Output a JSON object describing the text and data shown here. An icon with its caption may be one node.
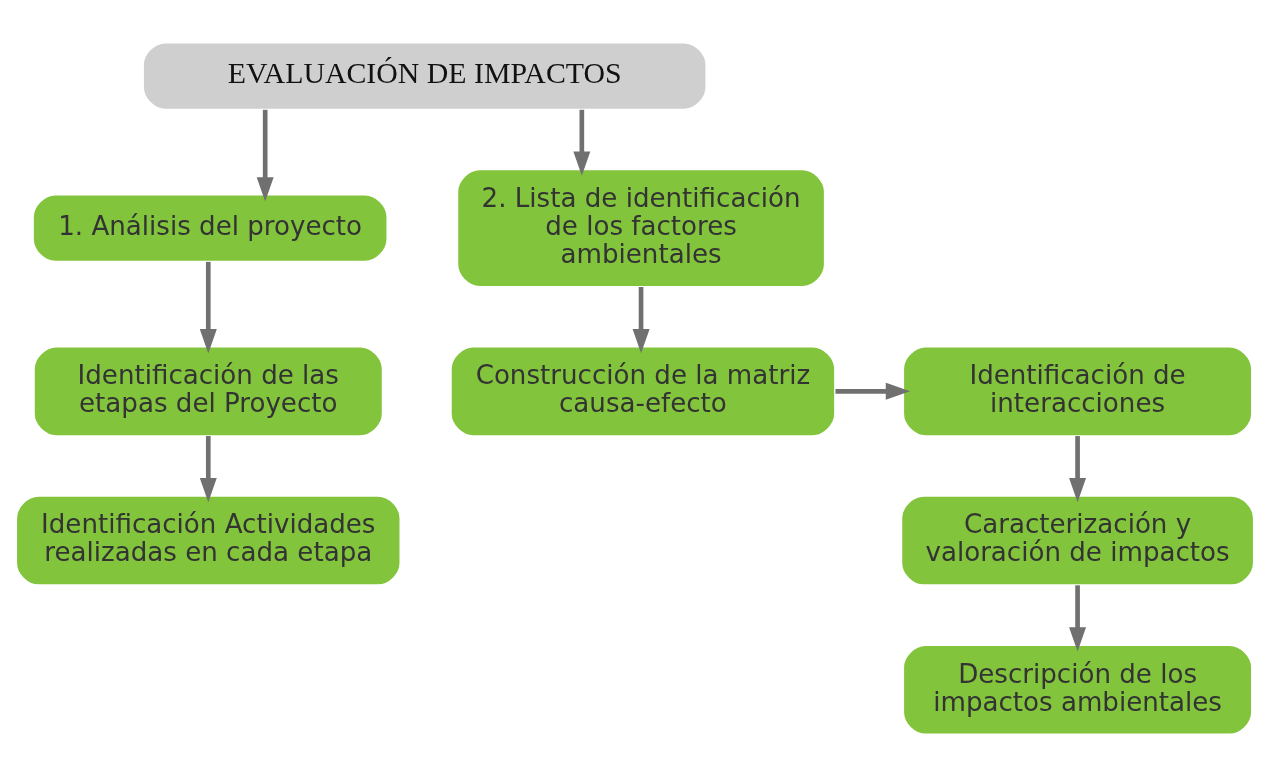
{
  "diagram": {
    "nodes": [
      {
        "text": [
          "EVALUACIÓN DE IMPACTOS"
        ]
      },
      {
        "text": [
          "1. Análisis del proyecto"
        ]
      },
      {
        "text": [
          "Identificación de las etapas del Proyecto"
        ]
      },
      {
        "text": [
          "Identificación Actividades realizadas en cada etapa"
        ]
      },
      {
        "text": [
          "2. Lista de identificación de los factores ambientales"
        ]
      },
      {
        "text": [
          "Construcción de la matriz causa-efecto"
        ]
      },
      {
        "text": [
          "Identificación de interacciones"
        ]
      },
      {
        "text": [
          "Caracterización y valoración de impactos"
        ]
      },
      {
        "text": [
          "Descripción de los impactos ambientales"
        ]
      }
    ],
    "edges": [
      {
        "from": 0,
        "to": 1,
        "arrow": "to"
      },
      {
        "from": 0,
        "to": 4,
        "arrow": "to"
      },
      {
        "from": 1,
        "to": 2,
        "arrow": "to"
      },
      {
        "from": 2,
        "to": 3,
        "arrow": "to"
      },
      {
        "from": 4,
        "to": 5,
        "arrow": "to"
      },
      {
        "from": 5,
        "to": 6,
        "arrow": "to"
      },
      {
        "from": 6,
        "to": 7,
        "arrow": "to"
      },
      {
        "from": 7,
        "to": 8,
        "arrow": "to"
      }
    ]
  }
}
